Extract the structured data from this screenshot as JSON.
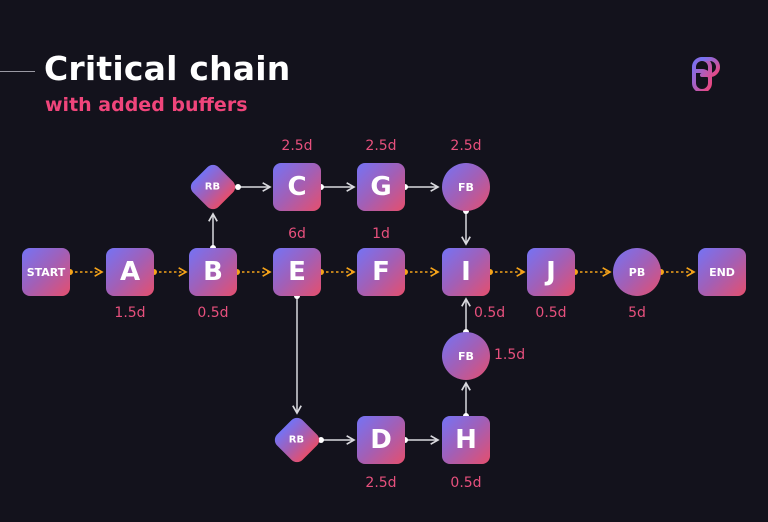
{
  "header": {
    "title": "Critical chain",
    "subtitle": "with added buffers",
    "logo": "brand-logo-icon"
  },
  "colors": {
    "background": "#13121c",
    "accent": "#f0457b",
    "duration_text": "#e7507d",
    "node_gradient_start": "#7473f5",
    "node_gradient_end": "#e54f6d",
    "critical_arrow": "#f5a31a",
    "secondary_arrow": "#d9d9de"
  },
  "nodes": {
    "start": {
      "label": "START"
    },
    "a": {
      "label": "A",
      "duration": "1.5d"
    },
    "b": {
      "label": "B",
      "duration": "0.5d"
    },
    "e": {
      "label": "E",
      "duration": "6d"
    },
    "f": {
      "label": "F",
      "duration": "1d"
    },
    "i": {
      "label": "I",
      "duration": "0.5d"
    },
    "j": {
      "label": "J",
      "duration": "0.5d"
    },
    "pb": {
      "label": "PB",
      "duration": "5d"
    },
    "end": {
      "label": "END"
    },
    "rb_top": {
      "label": "RB"
    },
    "c": {
      "label": "C",
      "duration": "2.5d"
    },
    "g": {
      "label": "G",
      "duration": "2.5d"
    },
    "fb_top": {
      "label": "FB",
      "duration": "2.5d"
    },
    "fb_bottom": {
      "label": "FB",
      "duration": "1.5d"
    },
    "rb_bottom": {
      "label": "RB"
    },
    "d": {
      "label": "D",
      "duration": "2.5d"
    },
    "h": {
      "label": "H",
      "duration": "0.5d"
    }
  },
  "edges": {
    "critical_chain": [
      "START-A",
      "A-B",
      "B-E",
      "E-F",
      "F-I",
      "I-J",
      "J-PB",
      "PB-END"
    ],
    "feeding_chains": [
      "B-RB",
      "RB-C",
      "C-G",
      "G-FB",
      "FB-I",
      "E-RB",
      "RB-D",
      "D-H",
      "H-FB",
      "FB-I"
    ]
  }
}
